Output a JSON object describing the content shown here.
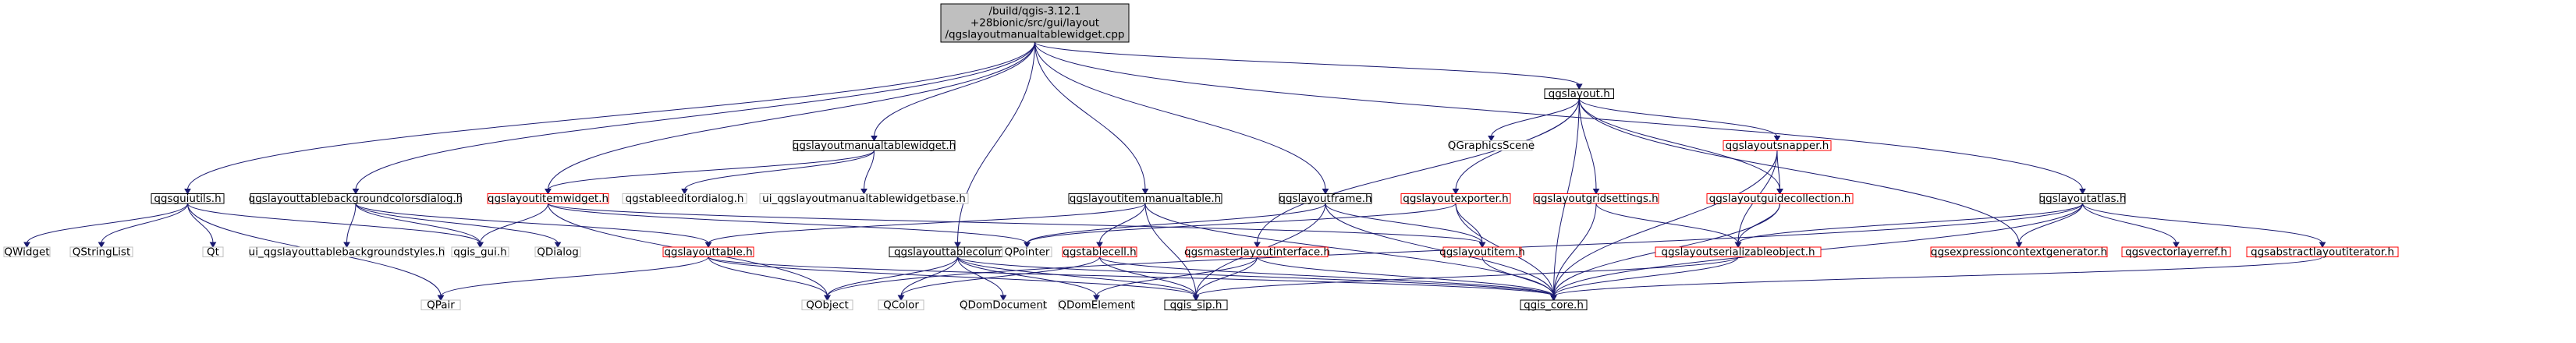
{
  "colors": {
    "edge": "#191970",
    "documented_border": "#000000",
    "truncated_border": "#ff0000",
    "external_border": "#bfbfbf",
    "root_fill": "#bfbfbf"
  },
  "nodes": {
    "root": {
      "lines": [
        "/build/qgis-3.12.1",
        "+28bionic/src/gui/layout",
        "/qgslayoutmanualtablewidget.cpp"
      ]
    },
    "qgslayout": {
      "lines": [
        "qgslayout.h"
      ]
    },
    "qgsguiutils": {
      "lines": [
        "qgsguiutils.h"
      ]
    },
    "bgcolorsdialog": {
      "lines": [
        "qgslayouttablebackgroundcolorsdialog.h"
      ]
    },
    "itemwidget": {
      "lines": [
        "qgslayoutitemwidget.h"
      ]
    },
    "manualtablewidget": {
      "lines": [
        "qgslayoutmanualtablewidget.h"
      ]
    },
    "tablecolumn": {
      "lines": [
        "qgslayouttablecolumn.h"
      ]
    },
    "itemmanualtable": {
      "lines": [
        "qgslayoutitemmanualtable.h"
      ]
    },
    "layoutframe": {
      "lines": [
        "qgslayoutframe.h"
      ]
    },
    "layoutatlas": {
      "lines": [
        "qgslayoutatlas.h"
      ]
    },
    "qgraphicsscene": {
      "lines": [
        "QGraphicsScene"
      ]
    },
    "layoutsnapper": {
      "lines": [
        "qgslayoutsnapper.h"
      ]
    },
    "layoutexporter": {
      "lines": [
        "qgslayoutexporter.h"
      ]
    },
    "gridsettings": {
      "lines": [
        "qgslayoutgridsettings.h"
      ]
    },
    "guidecollection": {
      "lines": [
        "qgslayoutguidecollection.h"
      ]
    },
    "tableeditordialog": {
      "lines": [
        "qgstableeditordialog.h"
      ]
    },
    "ui_manualtablewidgetbase": {
      "lines": [
        "ui_qgslayoutmanualtablewidgetbase.h"
      ]
    },
    "qwidget": {
      "lines": [
        "QWidget"
      ]
    },
    "qstringlist": {
      "lines": [
        "QStringList"
      ]
    },
    "qt": {
      "lines": [
        "Qt"
      ]
    },
    "ui_bgstyles": {
      "lines": [
        "ui_qgslayouttablebackgroundstyles.h"
      ]
    },
    "qgis_gui": {
      "lines": [
        "qgis_gui.h"
      ]
    },
    "qdialog": {
      "lines": [
        "QDialog"
      ]
    },
    "layouttable": {
      "lines": [
        "qgslayouttable.h"
      ]
    },
    "qpointer": {
      "lines": [
        "QPointer"
      ]
    },
    "tablecell": {
      "lines": [
        "qgstablecell.h"
      ]
    },
    "masterlayoutinterface": {
      "lines": [
        "qgsmasterlayoutinterface.h"
      ]
    },
    "layoutitem": {
      "lines": [
        "qgslayoutitem.h"
      ]
    },
    "serializableobject": {
      "lines": [
        "qgslayoutserializableobject.h"
      ]
    },
    "exprcontextgen": {
      "lines": [
        "qgsexpressioncontextgenerator.h"
      ]
    },
    "vectorlayerref": {
      "lines": [
        "qgsvectorlayerref.h"
      ]
    },
    "abstractlayoutiterator": {
      "lines": [
        "qgsabstractlayoutiterator.h"
      ]
    },
    "qpair": {
      "lines": [
        "QPair"
      ]
    },
    "qobject": {
      "lines": [
        "QObject"
      ]
    },
    "qcolor": {
      "lines": [
        "QColor"
      ]
    },
    "qdomdocument": {
      "lines": [
        "QDomDocument"
      ]
    },
    "qdomelement": {
      "lines": [
        "QDomElement"
      ]
    },
    "qgis_sip": {
      "lines": [
        "qgis_sip.h"
      ]
    },
    "qgis_core": {
      "lines": [
        "qgis_core.h"
      ]
    }
  }
}
